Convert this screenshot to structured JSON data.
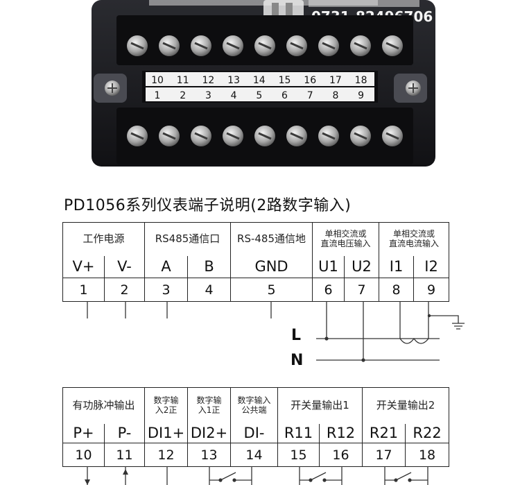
{
  "header": {
    "logo_text": "",
    "phone": "0731-82496706",
    "title": "PD1056系列仪表端子说明(2路数字输入)"
  },
  "terminal_strip": {
    "top_numbers": [
      "10",
      "11",
      "12",
      "13",
      "14",
      "15",
      "16",
      "17",
      "18"
    ],
    "bottom_numbers": [
      "1",
      "2",
      "3",
      "4",
      "5",
      "6",
      "7",
      "8",
      "9"
    ]
  },
  "table_top": {
    "groups": [
      {
        "label": "工作电源",
        "size": "normal"
      },
      {
        "label": "RS485通信口",
        "size": "normal"
      },
      {
        "label": "RS-485通信地",
        "size": "normal"
      },
      {
        "label": "单相交流或\n直流电压输入",
        "size": "small"
      },
      {
        "label": "单相交流或\n直流电流输入",
        "size": "small"
      }
    ],
    "symbols": [
      "V+",
      "V-",
      "A",
      "B",
      "GND",
      "U1",
      "U2",
      "I1",
      "I2"
    ],
    "numbers": [
      "1",
      "2",
      "3",
      "4",
      "5",
      "6",
      "7",
      "8",
      "9"
    ]
  },
  "line_labels": {
    "L": "L",
    "N": "N"
  },
  "table_bottom": {
    "groups": [
      {
        "label": "有功脉冲输出",
        "size": "normal"
      },
      {
        "label": "数字输\n入2正",
        "size": "small"
      },
      {
        "label": "数字输\n入1正",
        "size": "small"
      },
      {
        "label": "数字输入\n公共端",
        "size": "small"
      },
      {
        "label": "开关量输出1",
        "size": "normal"
      },
      {
        "label": "开关量输出2",
        "size": "normal"
      }
    ],
    "symbols": [
      "P+",
      "P-",
      "DI1+",
      "DI2+",
      "DI-",
      "R11",
      "R12",
      "R21",
      "R22"
    ],
    "numbers": [
      "10",
      "11",
      "12",
      "13",
      "14",
      "15",
      "16",
      "17",
      "18"
    ]
  },
  "colors": {
    "frame": "#222222",
    "photo_bg": "#1b1b1d",
    "screw": "#b8b8b8",
    "strip": "#f2f2f2"
  }
}
